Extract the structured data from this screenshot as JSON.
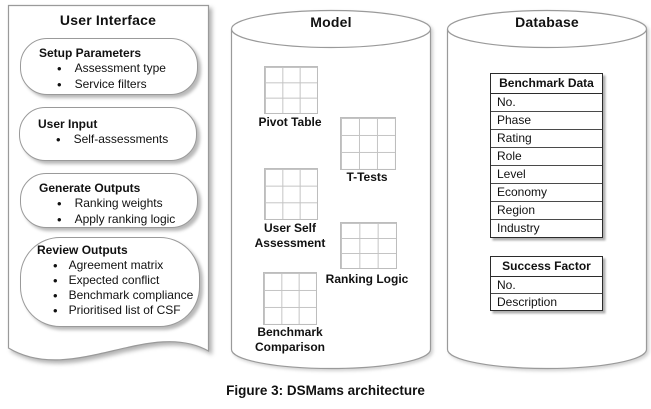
{
  "ui_panel": {
    "title": "User Interface",
    "bubbles": [
      {
        "title": "Setup Parameters",
        "items": [
          "Assessment type",
          "Service filters"
        ]
      },
      {
        "title": "User Input",
        "items": [
          "Self-assessments"
        ]
      },
      {
        "title": "Generate Outputs",
        "items": [
          "Ranking weights",
          "Apply ranking logic"
        ]
      },
      {
        "title": "Review Outputs",
        "items": [
          "Agreement matrix",
          "Expected conflict",
          "Benchmark compliance",
          "Prioritised list of CSF"
        ]
      }
    ]
  },
  "model": {
    "title": "Model",
    "components": [
      "Pivot Table",
      "T-Tests",
      "User Self Assessment",
      "Ranking Logic",
      "Benchmark Comparison"
    ]
  },
  "database": {
    "title": "Database",
    "tables": [
      {
        "title": "Benchmark Data",
        "rows": [
          "No.",
          "Phase",
          "Rating",
          "Role",
          "Level",
          "Economy",
          "Region",
          "Industry"
        ]
      },
      {
        "title": "Success Factor",
        "rows": [
          "No.",
          "Description"
        ]
      }
    ]
  },
  "caption": "Figure 3: DSMams architecture",
  "colors": {
    "outline": "#9a9a9a",
    "grid_line": "#c4c4c4",
    "table_border": "#2b2b2b",
    "text": "#111111",
    "background": "#ffffff"
  }
}
